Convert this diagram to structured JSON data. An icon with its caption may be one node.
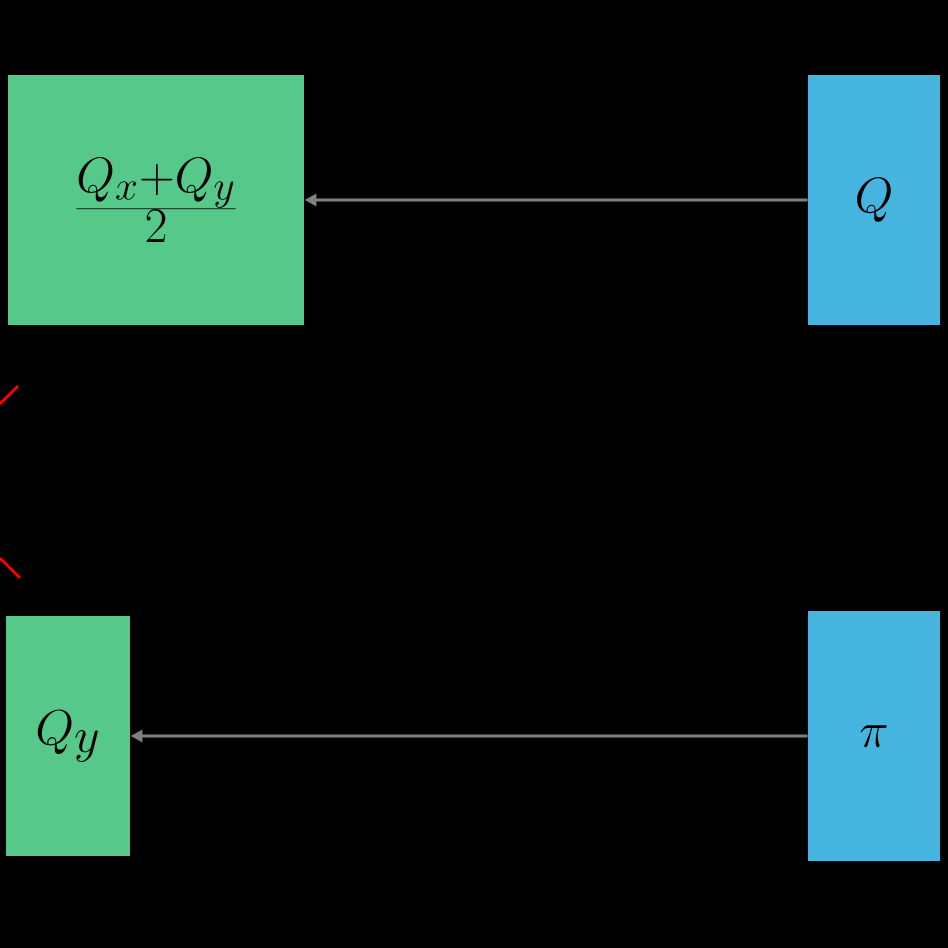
{
  "diagram": {
    "nodes": [
      {
        "text": [
          "\\frac{Q_x+Q_y}{2}"
        ]
      },
      {
        "text": [
          "Q"
        ]
      },
      {
        "text": [
          "Q_y"
        ]
      },
      {
        "text": [
          "\\pi"
        ]
      }
    ],
    "edges": [
      {
        "from": 1,
        "to": 0,
        "arrow": "to"
      },
      {
        "from": 3,
        "to": 2,
        "arrow": "to"
      }
    ]
  }
}
